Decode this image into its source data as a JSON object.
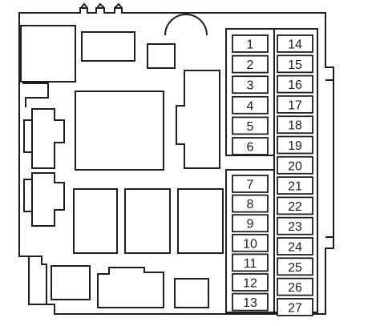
{
  "fuse_box": {
    "left_column_fuses": [
      "1",
      "2",
      "3",
      "4",
      "5",
      "6",
      "7",
      "8",
      "9",
      "10",
      "11",
      "12",
      "13"
    ],
    "right_column_fuses": [
      "14",
      "15",
      "16",
      "17",
      "18",
      "19",
      "20",
      "21",
      "22",
      "23",
      "24",
      "25",
      "26",
      "27"
    ]
  },
  "colors": {
    "line": "#1e1e1e",
    "background": "#ffffff"
  }
}
